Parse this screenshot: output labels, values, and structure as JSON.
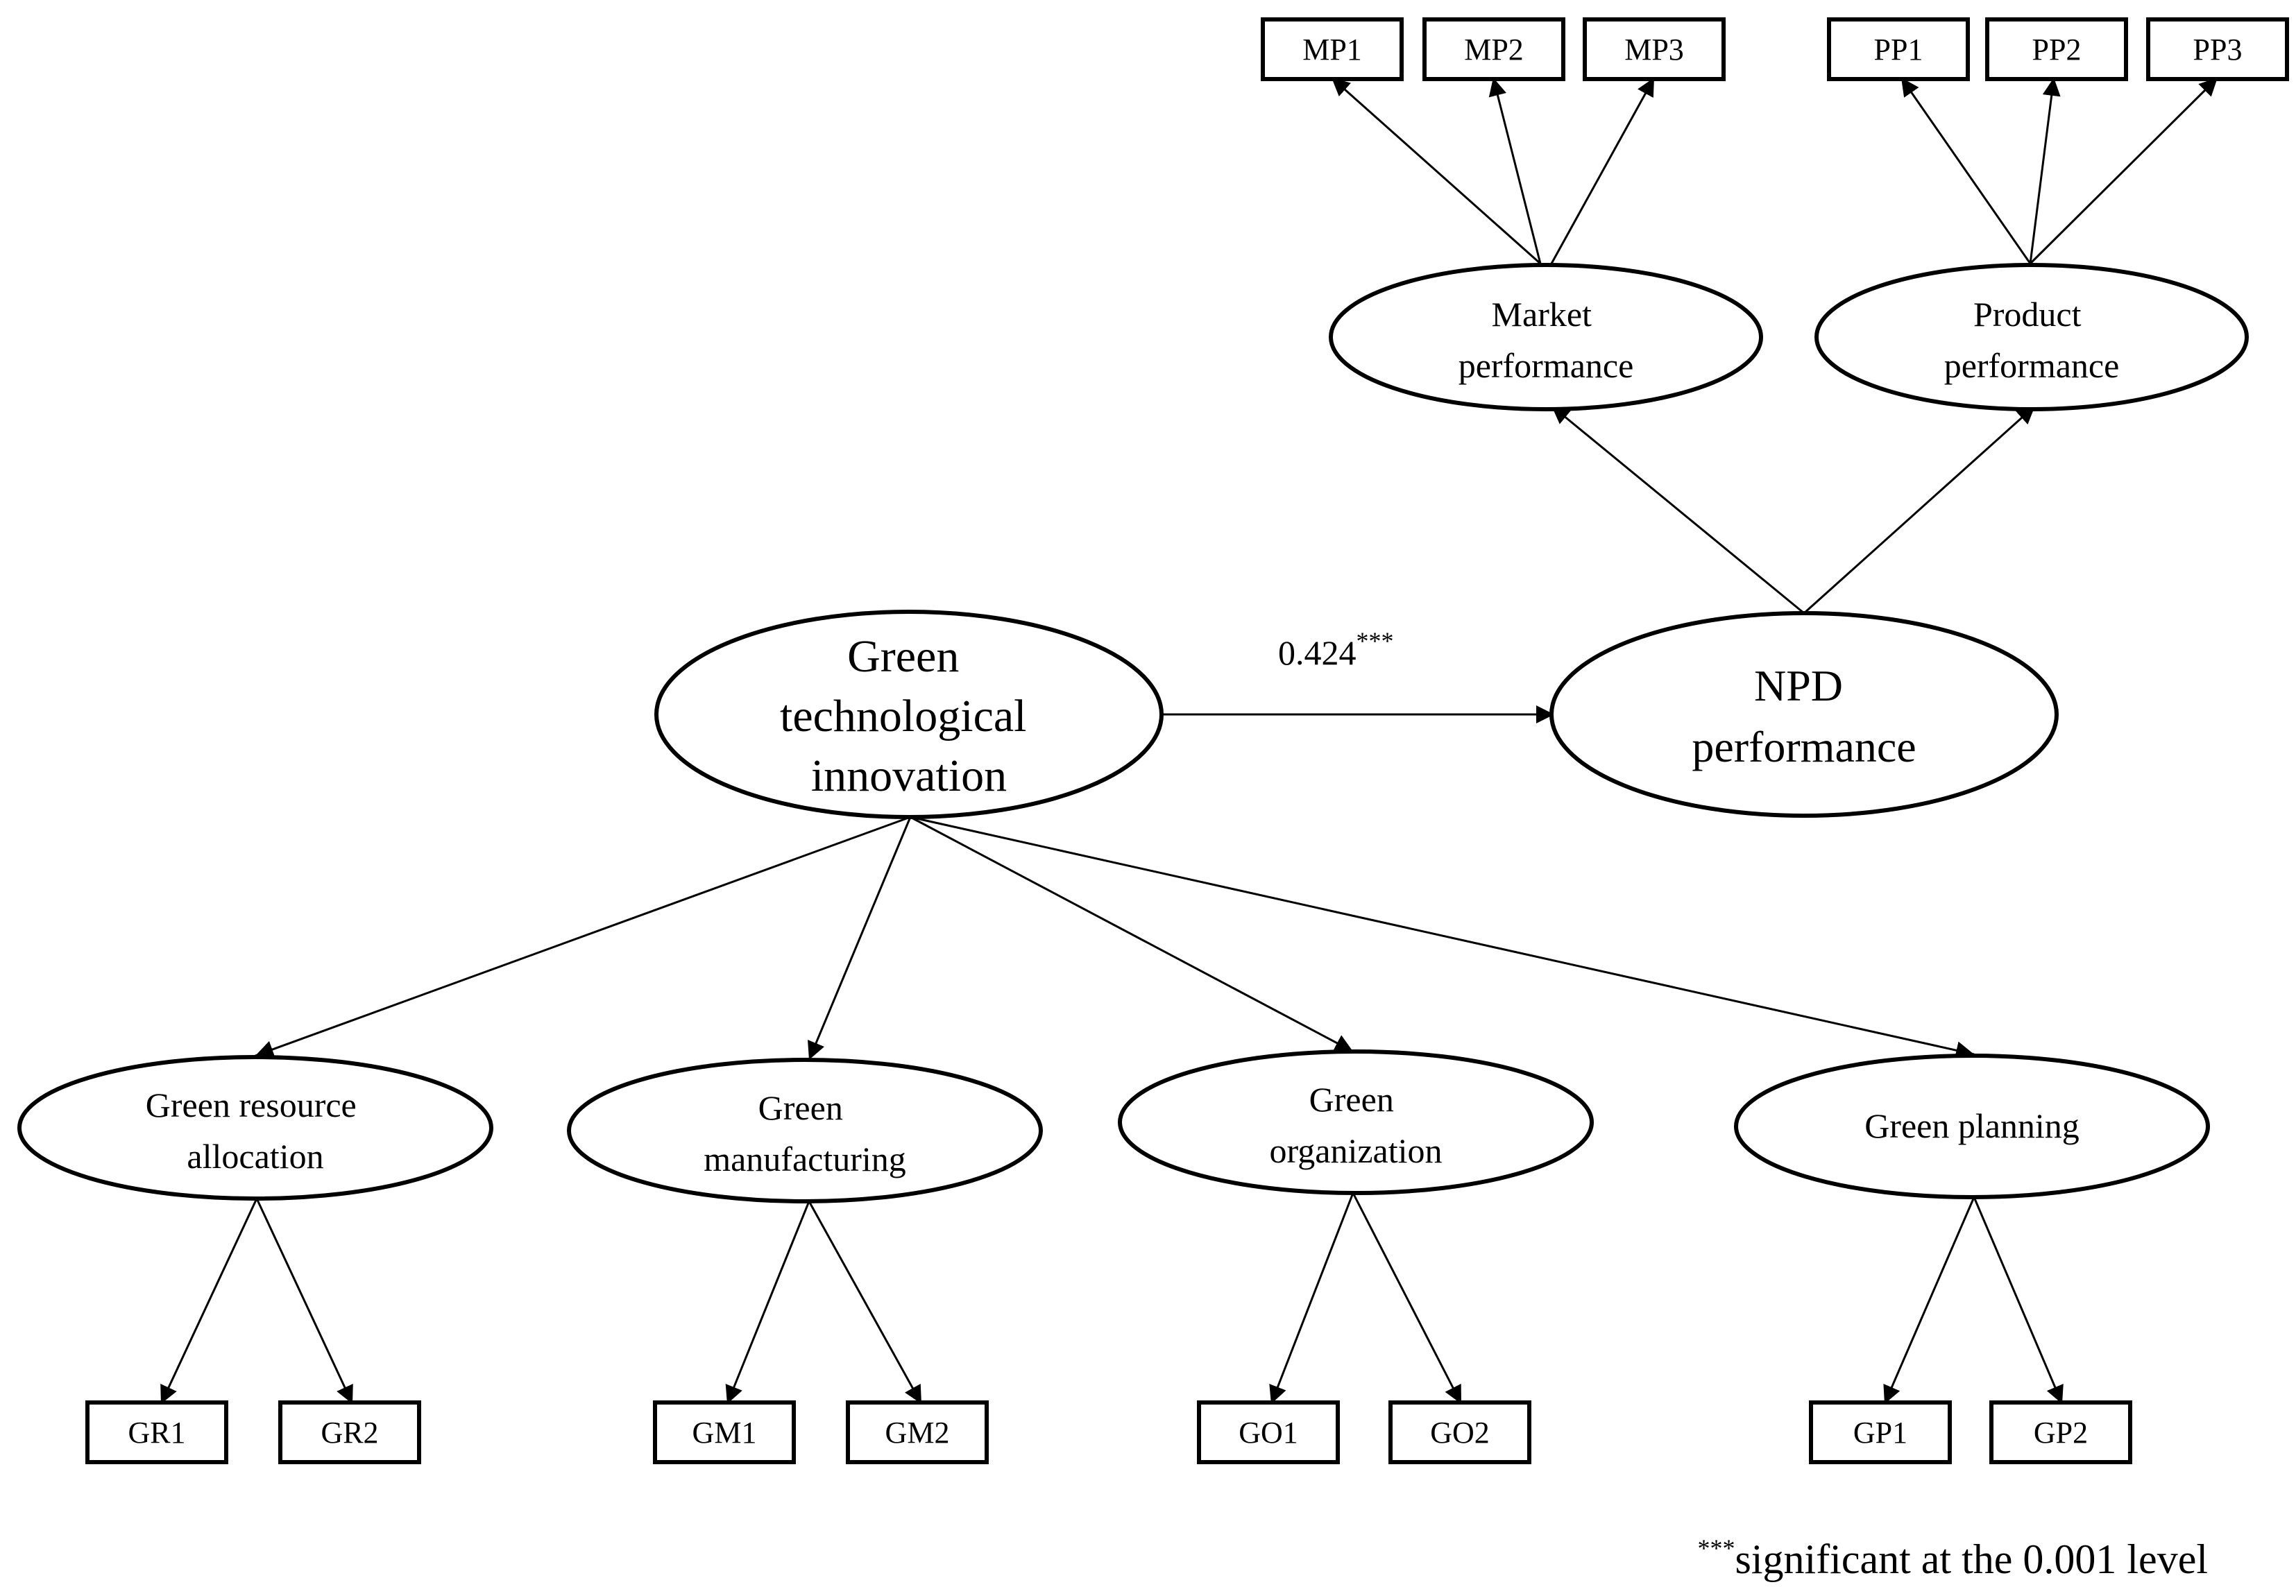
{
  "diagram": {
    "nodes": {
      "gti": {
        "lines": [
          "Green",
          "technological",
          "innovation"
        ]
      },
      "npd": {
        "lines": [
          "NPD",
          "performance"
        ]
      },
      "market": {
        "lines": [
          "Market",
          "performance"
        ]
      },
      "product": {
        "lines": [
          "Product",
          "performance"
        ]
      },
      "gra": {
        "lines": [
          "Green resource",
          "allocation"
        ]
      },
      "gm": {
        "lines": [
          "Green",
          "manufacturing"
        ]
      },
      "go": {
        "lines": [
          "Green",
          "organization"
        ]
      },
      "gp": {
        "lines": [
          "Green planning"
        ]
      }
    },
    "indicators": {
      "mp1": "MP1",
      "mp2": "MP2",
      "mp3": "MP3",
      "pp1": "PP1",
      "pp2": "PP2",
      "pp3": "PP3",
      "gr1": "GR1",
      "gr2": "GR2",
      "gm1": "GM1",
      "gm2": "GM2",
      "go1": "GO1",
      "go2": "GO2",
      "gp1": "GP1",
      "gp2": "GP2"
    },
    "path_coefficient": {
      "value": "0.424",
      "significance": "***"
    },
    "footnote": {
      "marker": "***",
      "text": "significant  at the 0.001 level"
    }
  }
}
